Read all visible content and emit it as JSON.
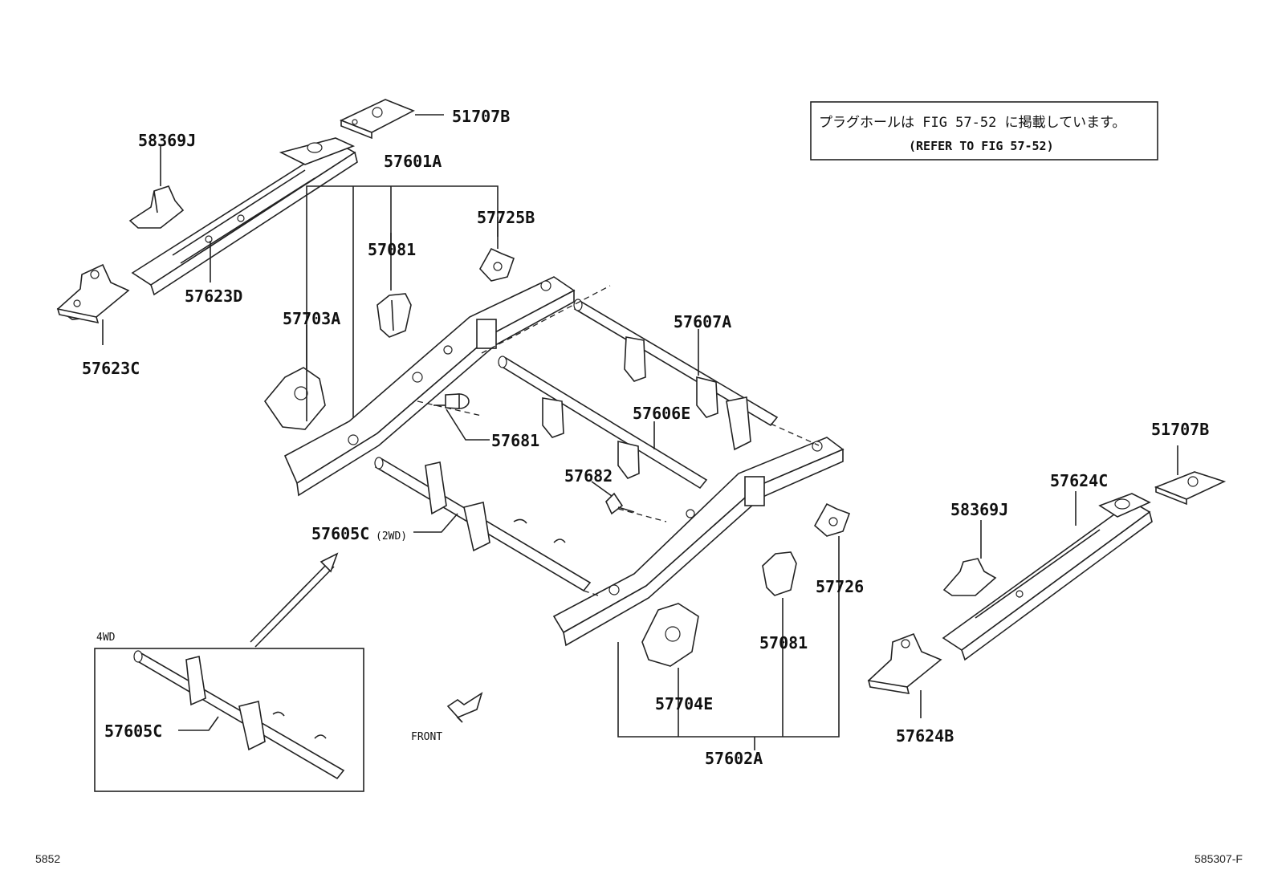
{
  "note": {
    "line1": "プラグホールは FIG 57-52 に掲載しています。",
    "line2": "(REFER TO FIG 57-52)"
  },
  "labels": {
    "p51707B_left": "51707B",
    "p58369J_left": "58369J",
    "p57601A": "57601A",
    "p57725B": "57725B",
    "p57081_top": "57081",
    "p57623D": "57623D",
    "p57703A": "57703A",
    "p57623C": "57623C",
    "p57607A": "57607A",
    "p57606E": "57606E",
    "p57681": "57681",
    "p57682": "57682",
    "p57605C_2wd": "57605C",
    "tag_2wd": "(2WD)",
    "p51707B_right": "51707B",
    "p57624C": "57624C",
    "p58369J_right": "58369J",
    "p57726": "57726",
    "p57081_bottom": "57081",
    "p57704E": "57704E",
    "p57624B": "57624B",
    "p57602A": "57602A",
    "p57605C_4wd": "57605C",
    "box_4wd": "4WD",
    "front": "FRONT"
  },
  "footer": {
    "left_code": "5852",
    "right_code": "585307-F"
  }
}
